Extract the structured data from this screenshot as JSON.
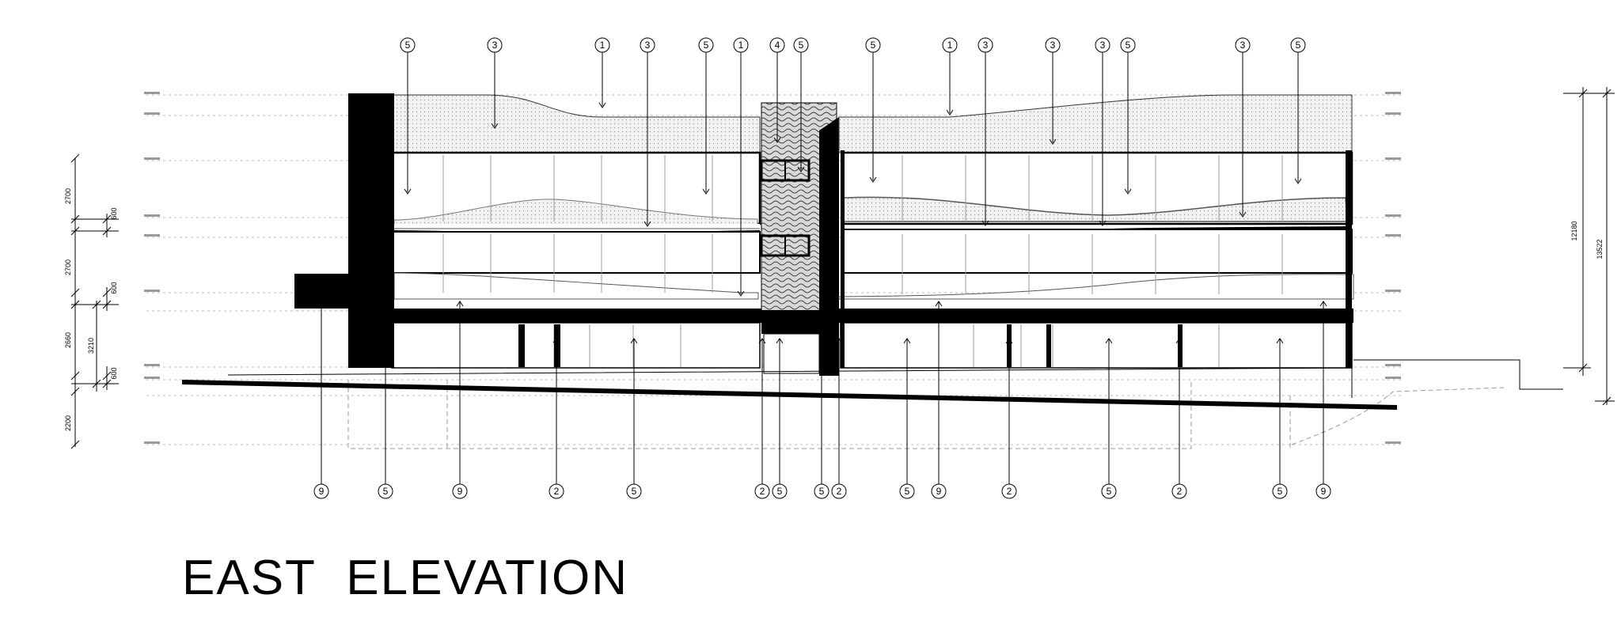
{
  "title": "EAST  ELEVATION",
  "colors": {
    "ink": "#000000",
    "hatch": "#e9e9e9",
    "rule": "#bdbdbd"
  },
  "callouts_top": [
    "5",
    "3",
    "1",
    "3",
    "5",
    "1",
    "4",
    "5",
    "5",
    "1",
    "3",
    "3",
    "3",
    "5",
    "3",
    "5"
  ],
  "callouts_bottom": [
    "9",
    "5",
    "9",
    "2",
    "5",
    "2",
    "5",
    "5",
    "2",
    "5",
    "9",
    "2",
    "5",
    "2",
    "5",
    "9"
  ],
  "dimensions_left": [
    "2700",
    "600",
    "2700",
    "600",
    "2660",
    "3210",
    "600",
    "2200"
  ],
  "dimensions_right": [
    "12180",
    "13522"
  ]
}
